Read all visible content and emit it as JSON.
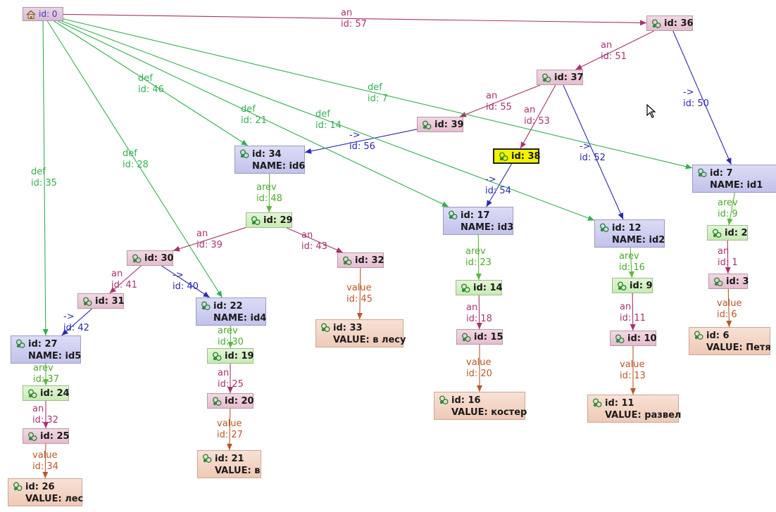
{
  "colors": {
    "an": "#a8326e",
    "def": "#32b050",
    "arrow": "#2a2ab0",
    "arev": "#58b83a",
    "value": "#b8582a"
  },
  "nodes": [
    {
      "id": "0",
      "kind": "root",
      "l1": "id: 0"
    },
    {
      "id": "36",
      "kind": "pink",
      "l1": "id: 36"
    },
    {
      "id": "37",
      "kind": "pink",
      "l1": "id: 37"
    },
    {
      "id": "39",
      "kind": "pink",
      "l1": "id: 39"
    },
    {
      "id": "38",
      "kind": "yellow",
      "l1": "id: 38"
    },
    {
      "id": "34",
      "kind": "blue",
      "l1": "id: 34",
      "l2": "NAME: id6"
    },
    {
      "id": "7",
      "kind": "blue",
      "l1": "id: 7",
      "l2": "NAME: id1"
    },
    {
      "id": "29",
      "kind": "green",
      "l1": "id: 29"
    },
    {
      "id": "17",
      "kind": "blue",
      "l1": "id: 17",
      "l2": "NAME: id3"
    },
    {
      "id": "12",
      "kind": "blue",
      "l1": "id: 12",
      "l2": "NAME: id2"
    },
    {
      "id": "2",
      "kind": "green",
      "l1": "id: 2"
    },
    {
      "id": "30",
      "kind": "pink",
      "l1": "id: 30"
    },
    {
      "id": "32",
      "kind": "pink",
      "l1": "id: 32"
    },
    {
      "id": "3",
      "kind": "pink",
      "l1": "id: 3"
    },
    {
      "id": "31",
      "kind": "pink",
      "l1": "id: 31"
    },
    {
      "id": "22",
      "kind": "blue",
      "l1": "id: 22",
      "l2": "NAME: id4"
    },
    {
      "id": "14",
      "kind": "green",
      "l1": "id: 14"
    },
    {
      "id": "9",
      "kind": "green",
      "l1": "id: 9"
    },
    {
      "id": "33",
      "kind": "peach",
      "l1": "id: 33",
      "l2": "VALUE: в лесу"
    },
    {
      "id": "6",
      "kind": "peach",
      "l1": "id: 6",
      "l2": "VALUE: Петя"
    },
    {
      "id": "27",
      "kind": "blue",
      "l1": "id: 27",
      "l2": "NAME: id5"
    },
    {
      "id": "15",
      "kind": "pink",
      "l1": "id: 15"
    },
    {
      "id": "10",
      "kind": "pink",
      "l1": "id: 10"
    },
    {
      "id": "19",
      "kind": "green",
      "l1": "id: 19"
    },
    {
      "id": "24",
      "kind": "green",
      "l1": "id: 24"
    },
    {
      "id": "16",
      "kind": "peach",
      "l1": "id: 16",
      "l2": "VALUE: костер"
    },
    {
      "id": "11",
      "kind": "peach",
      "l1": "id: 11",
      "l2": "VALUE: развел"
    },
    {
      "id": "20",
      "kind": "pink",
      "l1": "id: 20"
    },
    {
      "id": "25",
      "kind": "pink",
      "l1": "id: 25"
    },
    {
      "id": "21",
      "kind": "peach",
      "l1": "id: 21",
      "l2": "VALUE: в"
    },
    {
      "id": "26",
      "kind": "peach",
      "l1": "id: 26",
      "l2": "VALUE: лес"
    }
  ],
  "edges": [
    {
      "from": "0",
      "to": "36",
      "type": "an",
      "l1": "an",
      "l2": "id: 57"
    },
    {
      "from": "36",
      "to": "37",
      "type": "an",
      "l1": "an",
      "l2": "id: 51"
    },
    {
      "from": "36",
      "to": "7",
      "type": "arrow",
      "l1": "->",
      "l2": "id: 50"
    },
    {
      "from": "37",
      "to": "39",
      "type": "an",
      "l1": "an",
      "l2": "id: 55"
    },
    {
      "from": "37",
      "to": "38",
      "type": "an",
      "l1": "an",
      "l2": "id: 53"
    },
    {
      "from": "37",
      "to": "12",
      "type": "arrow",
      "l1": "->",
      "l2": "id: 52"
    },
    {
      "from": "39",
      "to": "34",
      "type": "arrow",
      "l1": "->",
      "l2": "id: 56"
    },
    {
      "from": "38",
      "to": "17",
      "type": "arrow",
      "l1": "->",
      "l2": "id: 54"
    },
    {
      "from": "0",
      "to": "7",
      "type": "def",
      "l1": "def",
      "l2": "id: 7"
    },
    {
      "from": "0",
      "to": "34",
      "type": "def",
      "l1": "def",
      "l2": "id: 46"
    },
    {
      "from": "0",
      "to": "17",
      "type": "def",
      "l1": "def",
      "l2": "id: 21"
    },
    {
      "from": "0",
      "to": "12",
      "type": "def",
      "l1": "def",
      "l2": "id: 14"
    },
    {
      "from": "0",
      "to": "22",
      "type": "def",
      "l1": "def",
      "l2": "id: 28"
    },
    {
      "from": "0",
      "to": "27",
      "type": "def",
      "l1": "def",
      "l2": "id: 35"
    },
    {
      "from": "34",
      "to": "29",
      "type": "arev",
      "l1": "arev",
      "l2": "id: 48"
    },
    {
      "from": "29",
      "to": "30",
      "type": "an",
      "l1": "an",
      "l2": "id: 39"
    },
    {
      "from": "29",
      "to": "32",
      "type": "an",
      "l1": "an",
      "l2": "id: 43"
    },
    {
      "from": "30",
      "to": "31",
      "type": "an",
      "l1": "an",
      "l2": "id: 41"
    },
    {
      "from": "30",
      "to": "22",
      "type": "arrow",
      "l1": "->",
      "l2": "id: 40"
    },
    {
      "from": "31",
      "to": "27",
      "type": "arrow",
      "l1": "->",
      "l2": "id: 42"
    },
    {
      "from": "32",
      "to": "33",
      "type": "value",
      "l1": "value",
      "l2": "id: 45"
    },
    {
      "from": "17",
      "to": "14",
      "type": "arev",
      "l1": "arev",
      "l2": "id: 23"
    },
    {
      "from": "14",
      "to": "15",
      "type": "an",
      "l1": "an",
      "l2": "id: 18"
    },
    {
      "from": "15",
      "to": "16",
      "type": "value",
      "l1": "value",
      "l2": "id: 20"
    },
    {
      "from": "12",
      "to": "9",
      "type": "arev",
      "l1": "arev",
      "l2": "id: 16"
    },
    {
      "from": "9",
      "to": "10",
      "type": "an",
      "l1": "an",
      "l2": "id: 11"
    },
    {
      "from": "10",
      "to": "11",
      "type": "value",
      "l1": "value",
      "l2": "id: 13"
    },
    {
      "from": "7",
      "to": "2",
      "type": "arev",
      "l1": "arev",
      "l2": "id: 9"
    },
    {
      "from": "2",
      "to": "3",
      "type": "an",
      "l1": "an",
      "l2": "id: 1"
    },
    {
      "from": "3",
      "to": "6",
      "type": "value",
      "l1": "value",
      "l2": "id: 6"
    },
    {
      "from": "22",
      "to": "19",
      "type": "arev",
      "l1": "arev",
      "l2": "id: 30"
    },
    {
      "from": "19",
      "to": "20",
      "type": "an",
      "l1": "an",
      "l2": "id: 25"
    },
    {
      "from": "20",
      "to": "21",
      "type": "value",
      "l1": "value",
      "l2": "id: 27"
    },
    {
      "from": "27",
      "to": "24",
      "type": "arev",
      "l1": "arev",
      "l2": "id: 37"
    },
    {
      "from": "24",
      "to": "25",
      "type": "an",
      "l1": "an",
      "l2": "id: 32"
    },
    {
      "from": "25",
      "to": "26",
      "type": "value",
      "l1": "value",
      "l2": "id: 34"
    }
  ]
}
